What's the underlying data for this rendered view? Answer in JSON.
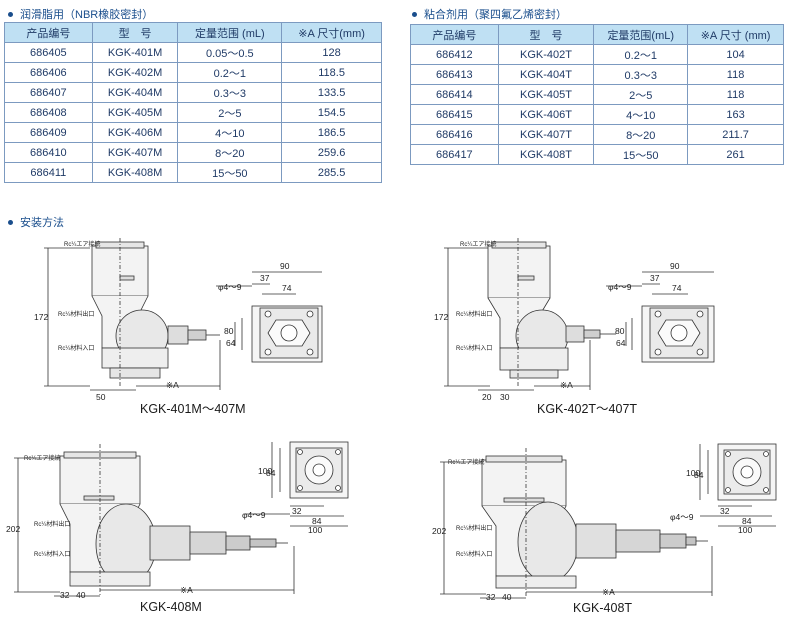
{
  "tables": {
    "left": {
      "title": "润滑脂用（NBR橡胶密封）",
      "headers": [
        "产品编号",
        "型　号",
        "定量范围 (mL)",
        "※A 尺寸(mm)"
      ],
      "rows": [
        [
          "686405",
          "KGK-401M",
          "0.05～0.5",
          "128"
        ],
        [
          "686406",
          "KGK-402M",
          "0.2～1",
          "118.5"
        ],
        [
          "686407",
          "KGK-404M",
          "0.3～3",
          "133.5"
        ],
        [
          "686408",
          "KGK-405M",
          "2～5",
          "154.5"
        ],
        [
          "686409",
          "KGK-406M",
          "4～10",
          "186.5"
        ],
        [
          "686410",
          "KGK-407M",
          "8～20",
          "259.6"
        ],
        [
          "686411",
          "KGK-408M",
          "15～50",
          "285.5"
        ]
      ]
    },
    "right": {
      "title": "粘合剂用（聚四氟乙烯密封）",
      "headers": [
        "产品编号",
        "型　号",
        "定量范围(mL)",
        "※A 尺寸 (mm)"
      ],
      "rows": [
        [
          "686412",
          "KGK-402T",
          "0.2～1",
          "104"
        ],
        [
          "686413",
          "KGK-404T",
          "0.3～3",
          "118"
        ],
        [
          "686414",
          "KGK-405T",
          "2～5",
          "118"
        ],
        [
          "686415",
          "KGK-406T",
          "4～10",
          "163"
        ],
        [
          "686416",
          "KGK-407T",
          "8～20",
          "211.7"
        ],
        [
          "686417",
          "KGK-408T",
          "15～50",
          "261"
        ]
      ]
    }
  },
  "install": {
    "title": "安装方法",
    "drawings": [
      {
        "caption": "KGK-401M～407M",
        "dims": {
          "height": "172",
          "base": "50",
          "a": "※A",
          "w90": "90",
          "w37": "37",
          "w74": "74",
          "phi": "φ4～9",
          "v80": "80",
          "v64": "64"
        },
        "labels": {
          "air": "Rc¼エア接続",
          "out": "Rc¼材料出口",
          "in": "Rc¼材料入口"
        }
      },
      {
        "caption": "KGK-402T～407T",
        "dims": {
          "height": "172",
          "base1": "20",
          "base2": "30",
          "a": "※A",
          "w90": "90",
          "w37": "37",
          "w74": "74",
          "phi": "φ4～9",
          "v80": "80",
          "v64": "64"
        },
        "labels": {
          "air": "Rc¼エア接続",
          "out": "Rc¼材料出口",
          "in": "Rc¼材料入口"
        }
      },
      {
        "caption": "KGK-408M",
        "dims": {
          "height": "202",
          "base1": "32",
          "base2": "40",
          "a": "※A",
          "v100": "100",
          "v84": "84",
          "phi": "φ4～9",
          "w32": "32",
          "w84": "84",
          "w100": "100"
        },
        "labels": {
          "air": "Rc¼エア接続",
          "out": "Rc¼材料出口",
          "in": "Rc¼材料入口"
        }
      },
      {
        "caption": "KGK-408T",
        "dims": {
          "height": "202",
          "base1": "32",
          "base2": "40",
          "a": "※A",
          "v100": "100",
          "v84": "84",
          "phi": "φ4～9",
          "w32": "32",
          "w84": "84",
          "w100": "100"
        },
        "labels": {
          "air": "Rc¼エア接続",
          "out": "Rc¼材料出口",
          "in": "Rc¼材料入口"
        }
      }
    ]
  }
}
